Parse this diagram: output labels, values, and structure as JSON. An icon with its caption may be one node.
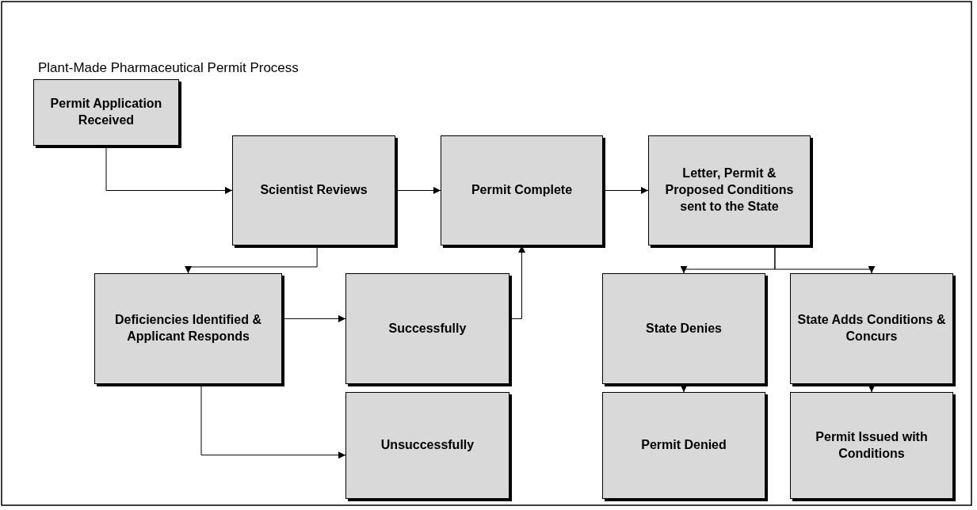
{
  "diagram": {
    "title": "Plant-Made Pharmaceutical Permit Process",
    "nodes": [
      {
        "text": [
          "Permit Application Received"
        ]
      },
      {
        "text": [
          "Scientist Reviews"
        ]
      },
      {
        "text": [
          "Permit Complete"
        ]
      },
      {
        "text": [
          "Letter, Permit & Proposed Conditions sent to the State"
        ]
      },
      {
        "text": [
          "Deficiencies Identified & Applicant Responds"
        ]
      },
      {
        "text": [
          "Successfully"
        ]
      },
      {
        "text": [
          "Unsuccessfully"
        ]
      },
      {
        "text": [
          "State Denies"
        ]
      },
      {
        "text": [
          "State Adds Conditions & Concurs"
        ]
      },
      {
        "text": [
          "Permit Denied"
        ]
      },
      {
        "text": [
          "Permit Issued with Conditions"
        ]
      }
    ],
    "edges": [
      {
        "from": 0,
        "to": 1,
        "arrow": "to"
      },
      {
        "from": 1,
        "to": 2,
        "arrow": "to"
      },
      {
        "from": 2,
        "to": 3,
        "arrow": "to"
      },
      {
        "from": 1,
        "to": 4,
        "arrow": "to"
      },
      {
        "from": 4,
        "to": 5,
        "arrow": "to"
      },
      {
        "from": 5,
        "to": 2,
        "arrow": "to"
      },
      {
        "from": 4,
        "to": 6,
        "arrow": "to"
      },
      {
        "from": 3,
        "to": 7,
        "arrow": "to"
      },
      {
        "from": 3,
        "to": 8,
        "arrow": "to"
      },
      {
        "from": 7,
        "to": 9,
        "arrow": "to"
      },
      {
        "from": 8,
        "to": 10,
        "arrow": "to"
      }
    ]
  }
}
